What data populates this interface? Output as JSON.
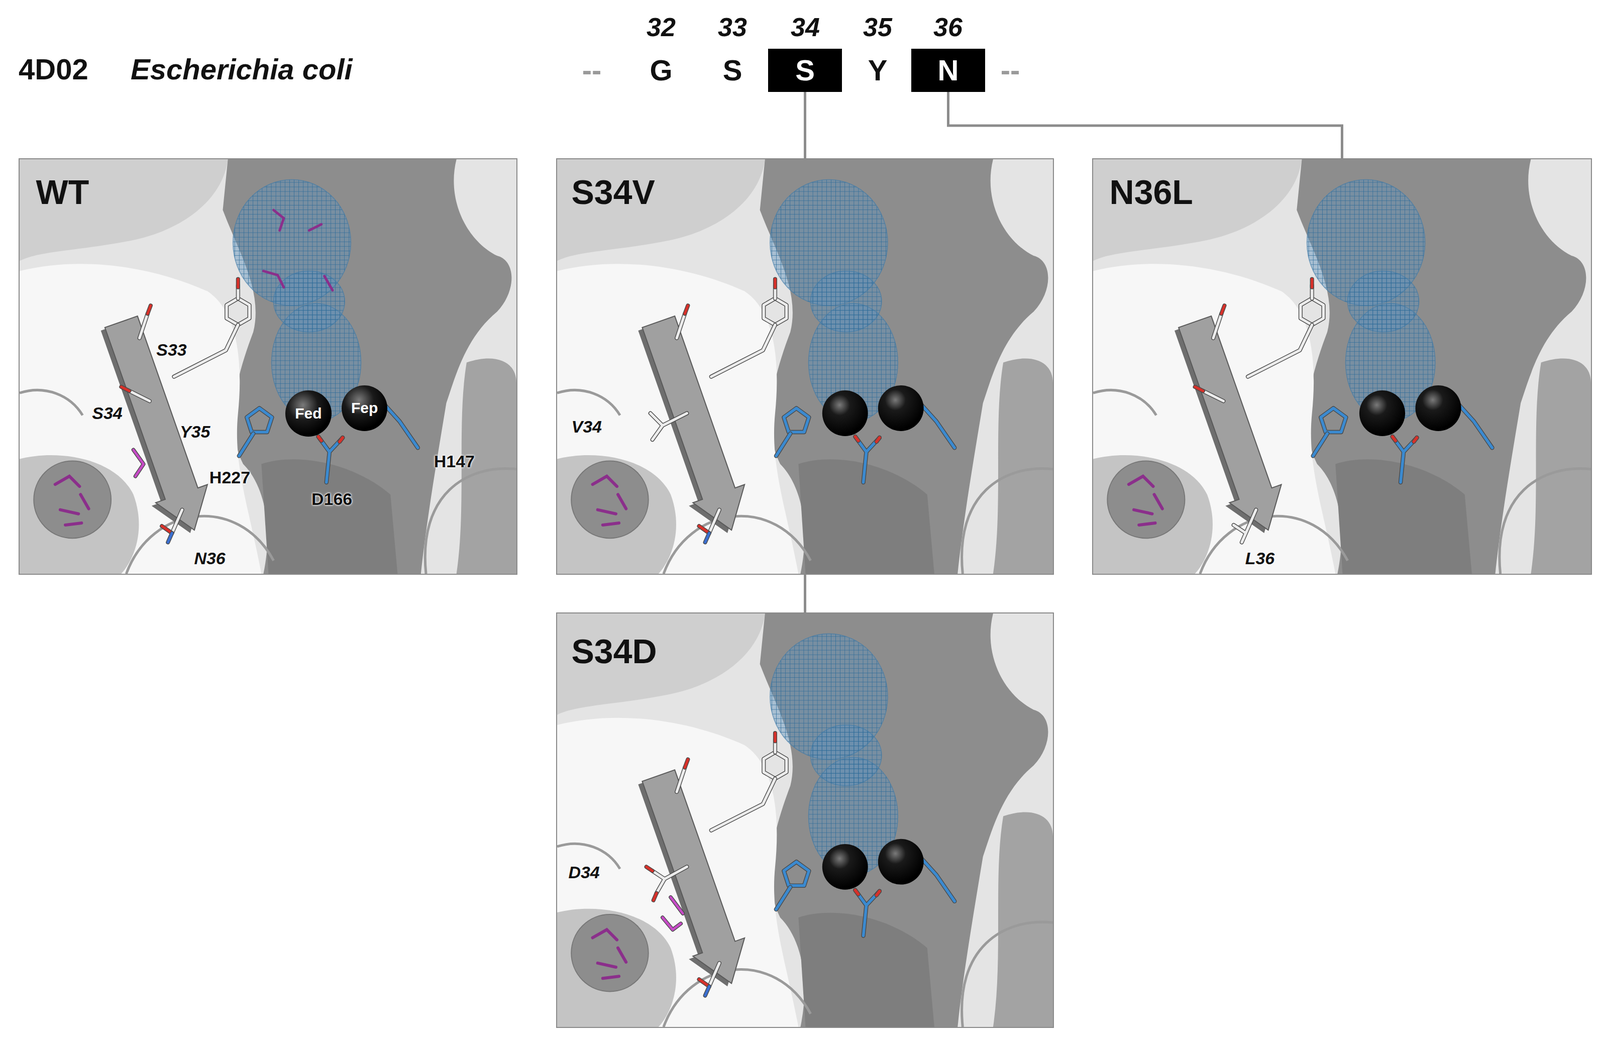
{
  "diagram": {
    "nodes": [
      {
        "text": [
          "S"
        ]
      },
      {
        "text": [
          "N"
        ]
      },
      {
        "text": [
          "WT"
        ]
      },
      {
        "text": [
          "Fed"
        ],
        "in": 2
      },
      {
        "text": [
          "Fep"
        ],
        "in": 2
      },
      {
        "text": [
          "S34V"
        ]
      },
      {
        "text": [
          "N36L"
        ]
      },
      {
        "text": [
          "S34D"
        ]
      }
    ],
    "edges": [
      {
        "from": 0,
        "to": 5,
        "arrow": "none"
      },
      {
        "from": 1,
        "to": 6,
        "arrow": "none"
      },
      {
        "from": 5,
        "to": 7,
        "arrow": "none"
      }
    ],
    "labels": [
      "4D02",
      "Escherichia coli",
      "32",
      "33",
      "34",
      "35",
      "36",
      "--",
      "G",
      "S",
      "Y",
      "--",
      "S33",
      "S34",
      "Y35",
      "H227",
      "D166",
      "H147",
      "N36",
      "V34",
      "L36",
      "D34"
    ]
  }
}
